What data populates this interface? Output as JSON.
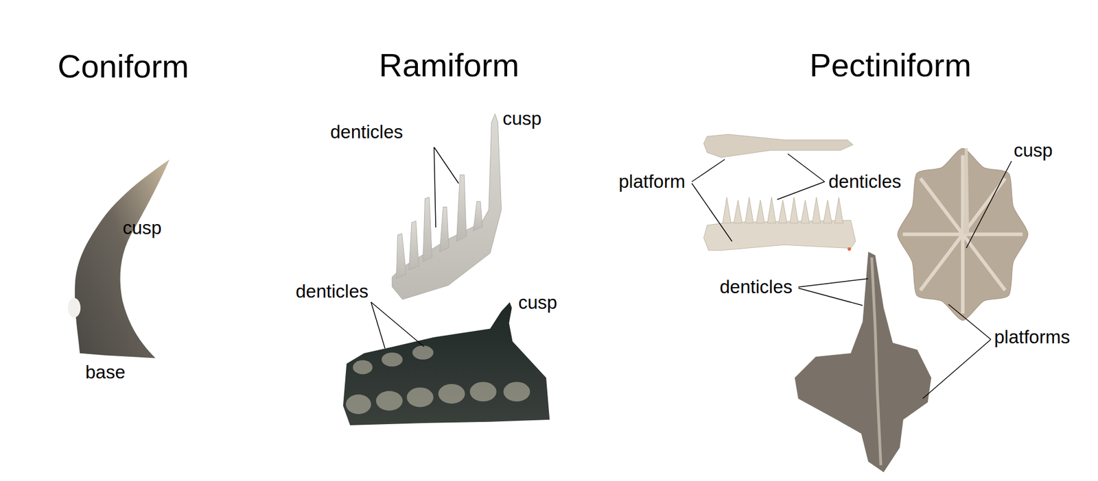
{
  "diagram": {
    "labels": [
      "Coniform",
      "Ramiform",
      "Pectiniform",
      "cusp",
      "base",
      "denticles",
      "cusp",
      "denticles",
      "cusp",
      "platform",
      "denticles",
      "cusp",
      "denticles",
      "platforms"
    ]
  }
}
